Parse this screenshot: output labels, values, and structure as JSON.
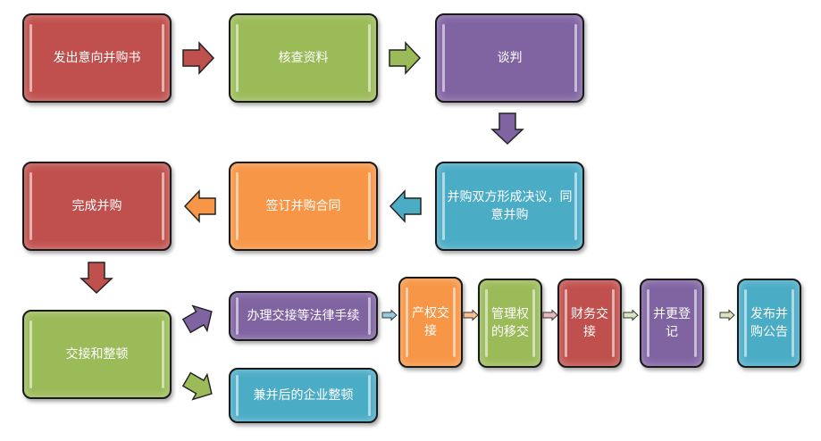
{
  "steps": {
    "s1": "发出意向并购书",
    "s2": "核查资料",
    "s3": "谈判",
    "s4": "并购双方形成决议，同意并购",
    "s5": "签订并购合同",
    "s6": "完成并购",
    "s7": "交接和整顿",
    "s8": "办理交接等法律手续",
    "s9": "兼并后的企业整顿",
    "s10": "产权交接",
    "s11": "管理权的移交",
    "s12": "财务交接",
    "s13": "并更登记",
    "s14": "发布并购公告"
  },
  "colors": {
    "red": "#c0504d",
    "green": "#9bbb59",
    "purple": "#8064a2",
    "teal": "#4bacc6",
    "orange": "#f79646"
  }
}
